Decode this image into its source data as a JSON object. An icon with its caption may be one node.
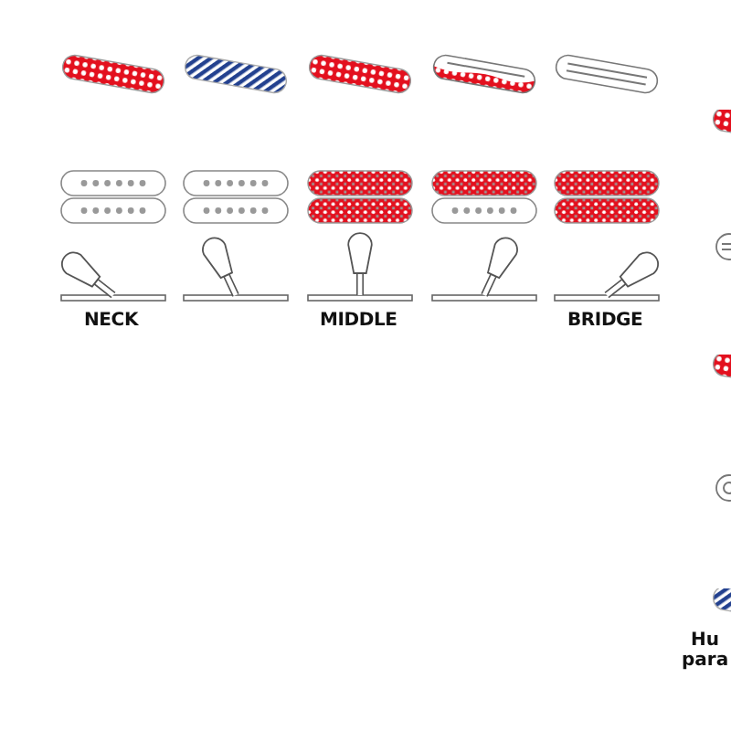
{
  "diagram": {
    "labels": [
      "NECK",
      "MIDDLE",
      "BRIDGE",
      "Hu para"
    ]
  }
}
